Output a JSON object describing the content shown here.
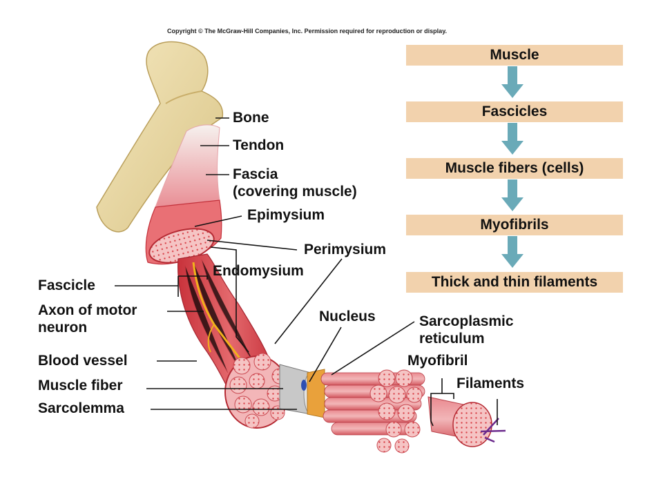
{
  "copyright": "Copyright © The McGraw-Hill Companies, Inc. Permission required for reproduction or display.",
  "hierarchy": {
    "steps": [
      "Muscle",
      "Fascicles",
      "Muscle fibers (cells)",
      "Myofibrils",
      "Thick and thin filaments"
    ],
    "box_color": "#f2d2ad",
    "arrow_color": "#6aaab8"
  },
  "labels": {
    "bone": "Bone",
    "tendon": "Tendon",
    "fascia_line1": "Fascia",
    "fascia_line2": "(covering muscle)",
    "epimysium": "Epimysium",
    "perimysium": "Perimysium",
    "endomysium": "Endomysium",
    "fascicle": "Fascicle",
    "axon_line1": "Axon of motor",
    "axon_line2": "neuron",
    "blood_vessel": "Blood vessel",
    "muscle_fiber": "Muscle fiber",
    "sarcolemma": "Sarcolemma",
    "nucleus": "Nucleus",
    "sr_line1": "Sarcoplasmic",
    "sr_line2": "reticulum",
    "myofibril": "Myofibril",
    "filaments": "Filaments"
  },
  "colors": {
    "bone": "#e9d8a6",
    "muscle": "#d9434a",
    "muscle_light": "#f0a3a5",
    "nerve": "#f2b21c"
  }
}
